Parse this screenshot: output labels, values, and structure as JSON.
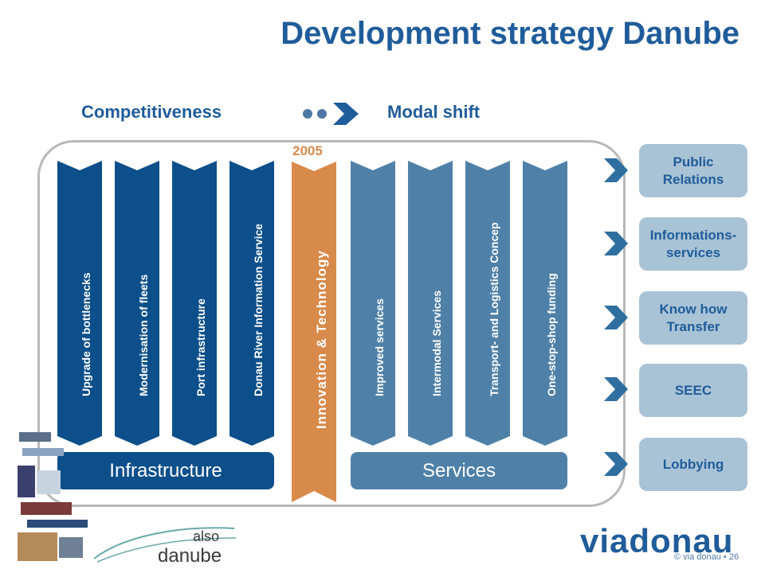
{
  "title": "Development strategy Danube",
  "left_heading": "Competitiveness",
  "right_heading": "Modal shift",
  "year": "2005",
  "columns_left": [
    "Upgrade of bottlenecks",
    "Modernisation of fleets",
    "Port infrastructure",
    "Donau River Information Service"
  ],
  "center_column": "Innovation & Technology",
  "columns_right": [
    "Improved services",
    "Intermodal Services",
    "Transport- and Logistics Concep",
    "One-stop-shop funding"
  ],
  "base_left": "Infrastructure",
  "base_right": "Services",
  "side_boxes": [
    {
      "line1": "Public",
      "line2": "Relations"
    },
    {
      "line1": "Informations-",
      "line2": "services"
    },
    {
      "line1": "Know how",
      "line2": "Transfer"
    },
    {
      "line1": "SEEC",
      "line2": ""
    },
    {
      "line1": "Lobbying",
      "line2": ""
    }
  ],
  "logo_also_danube": {
    "line1": "also",
    "line2": "danube"
  },
  "logo_viadonau": "viadonau",
  "footer": "© via donau • 26",
  "colors": {
    "title_blue": "#1f5c9a",
    "infra_blue": "#0c4f8a",
    "service_blue": "#4f81a8",
    "orange": "#d88a4a",
    "side_box": "#a9c3d6",
    "frame_gray": "#b8b8b8"
  }
}
